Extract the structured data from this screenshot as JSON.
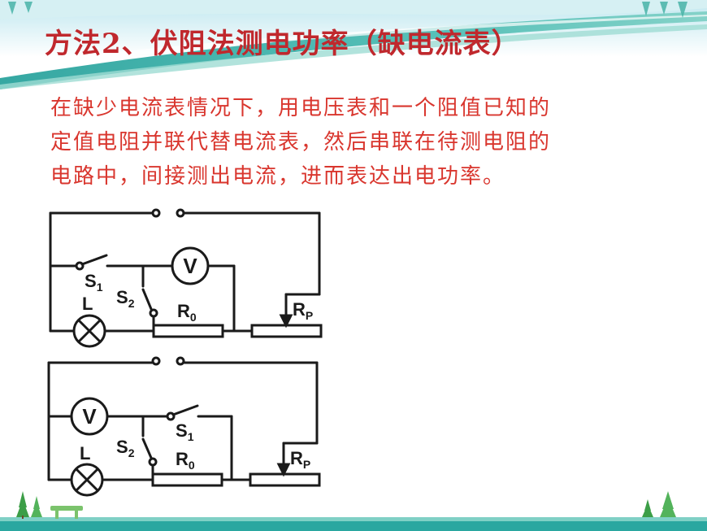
{
  "slide": {
    "title": "方法2、伏阻法测电功率（缺电流表）",
    "paragraph_lines": [
      "在缺少电流表情况下，用电压表和一个阻值已知的",
      "定值电阻并联代替电流表，然后串联在待测电阻的",
      "电路中，间接测出电流，进而表达出电功率。"
    ]
  },
  "circuit1": {
    "voltmeter": "V",
    "switch1": "S",
    "switch1_sub": "1",
    "switch2": "S",
    "switch2_sub": "2",
    "lamp": "L",
    "r0": "R",
    "r0_sub": "0",
    "rp": "R",
    "rp_sub": "P"
  },
  "circuit2": {
    "voltmeter": "V",
    "switch1": "S",
    "switch1_sub": "1",
    "switch2": "S",
    "switch2_sub": "2",
    "lamp": "L",
    "r0": "R",
    "r0_sub": "0",
    "rp": "R",
    "rp_sub": "P"
  },
  "colors": {
    "title": "#c0282d",
    "text": "#d9362e",
    "banner_teal": "#2aa7a0",
    "wire": "#1a1a1a"
  }
}
